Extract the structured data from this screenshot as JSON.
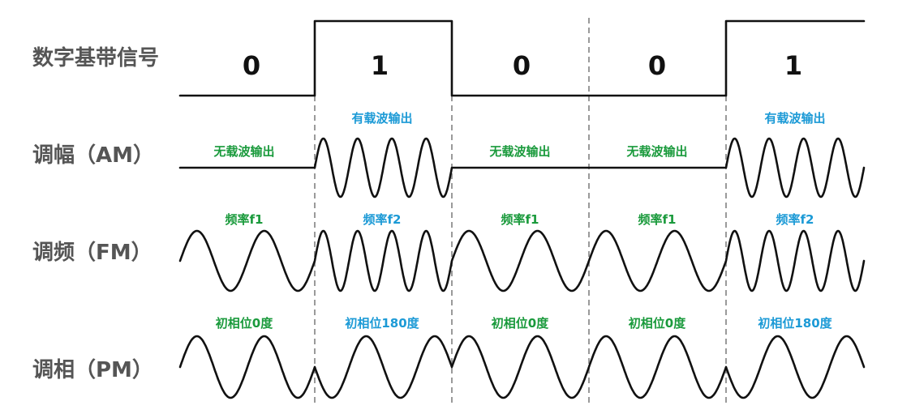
{
  "rows": {
    "digital": {
      "label": "数字基带信号"
    },
    "am": {
      "label": "调幅（AM）"
    },
    "fm": {
      "label": "调频（FM）"
    },
    "pm": {
      "label": "调相（PM）"
    }
  },
  "bits": [
    "0",
    "1",
    "0",
    "0",
    "1"
  ],
  "colors": {
    "green": "#1a9a3c",
    "blue": "#1c9ad6",
    "wave": "#111111",
    "label": "#555555",
    "divider": "#9a9a9a"
  },
  "am_notes": [
    {
      "text": "无载波输出",
      "color": "green"
    },
    {
      "text": "有载波输出",
      "color": "blue"
    },
    {
      "text": "无载波输出",
      "color": "green"
    },
    {
      "text": "无载波输出",
      "color": "green"
    },
    {
      "text": "有载波输出",
      "color": "blue"
    }
  ],
  "fm_notes": [
    {
      "text": "频率f1",
      "color": "green"
    },
    {
      "text": "频率f2",
      "color": "blue"
    },
    {
      "text": "频率f1",
      "color": "green"
    },
    {
      "text": "频率f1",
      "color": "green"
    },
    {
      "text": "频率f2",
      "color": "blue"
    }
  ],
  "pm_notes": [
    {
      "text": "初相位0度",
      "color": "green"
    },
    {
      "text": "初相位180度",
      "color": "blue"
    },
    {
      "text": "初相位0度",
      "color": "green"
    },
    {
      "text": "初相位0度",
      "color": "green"
    },
    {
      "text": "初相位180度",
      "color": "blue"
    }
  ]
}
